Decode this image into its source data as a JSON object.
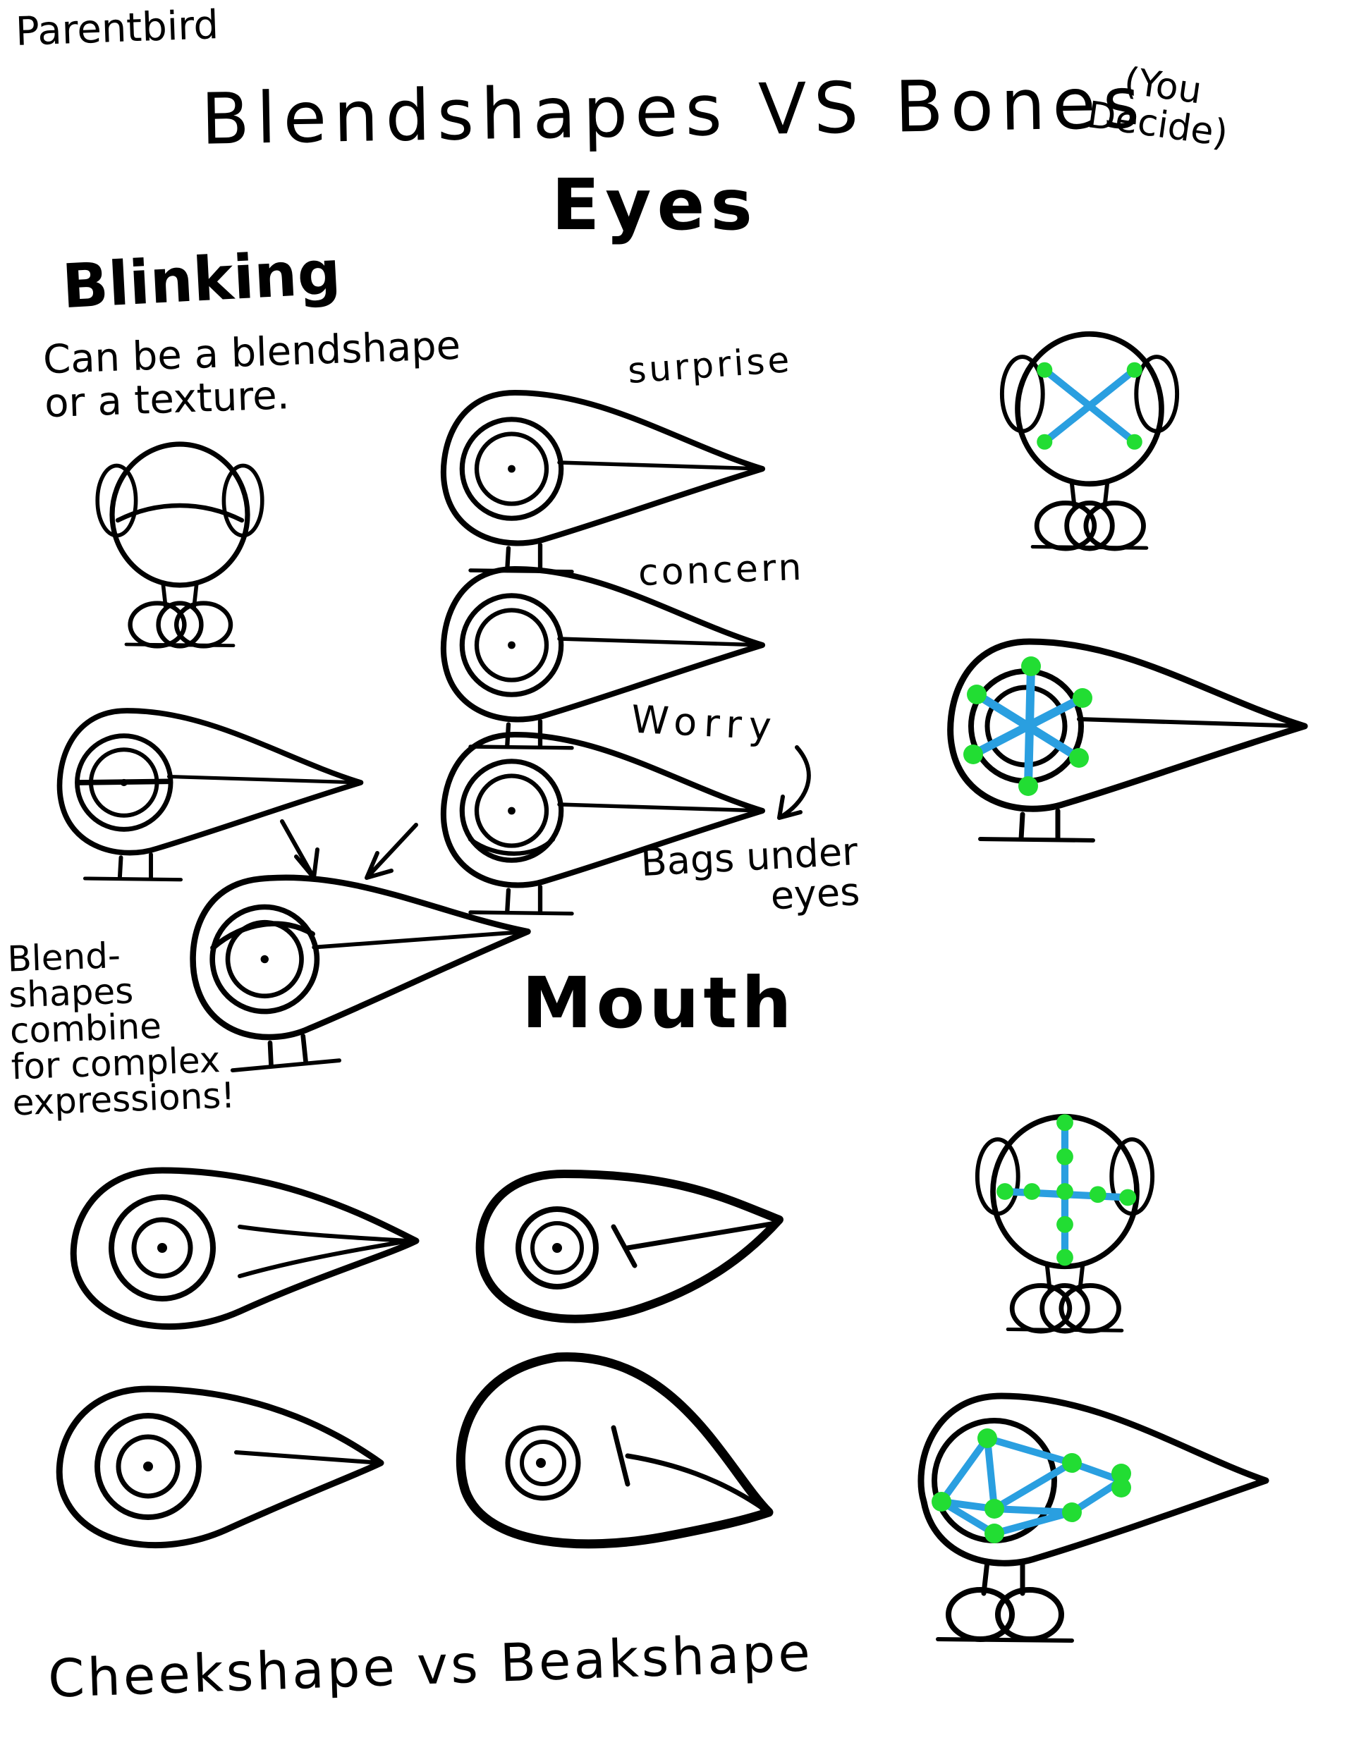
{
  "labels": {
    "author": "Parentbird",
    "title": "Blendshapes VS Bones",
    "title_note": "(You\nDecide)",
    "eyes_heading": "Eyes",
    "blinking_heading": "Blinking",
    "blinking_note": "Can be a blendshape\nor a texture.",
    "surprise": "surprise",
    "concern": "concern",
    "worry": "Worry",
    "bags_note": "Bags under\neyes",
    "blend_note": "Blend-\nshapes\ncombine\nfor complex\nexpressions!",
    "mouth_heading": "Mouth",
    "mouth_caption": "Cheekshape vs Beakshape"
  },
  "colors": {
    "ink": "#000000",
    "bone_line": "#2a9fe0",
    "bone_joint": "#22dd33",
    "background": "#ffffff"
  }
}
